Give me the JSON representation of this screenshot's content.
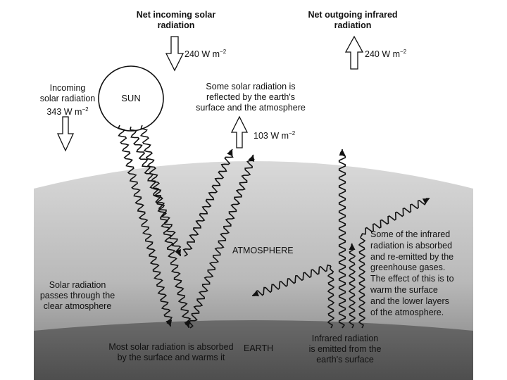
{
  "labels": {
    "net_incoming": [
      "Net incoming solar",
      "radiation"
    ],
    "net_incoming_value": "240 W m",
    "net_outgoing": [
      "Net outgoing infrared",
      "radiation"
    ],
    "net_outgoing_value": "240 W m",
    "incoming": [
      "Incoming",
      "solar radiation",
      "343 W m"
    ],
    "sun": "SUN",
    "reflected": [
      "Some solar radiation is",
      "reflected by the earth's",
      "surface and the atmosphere"
    ],
    "reflected_value": "103 W m",
    "exponent": "−2",
    "atmosphere": "ATMOSPHERE",
    "passes": [
      "Solar radiation",
      "passes through the",
      "clear atmosphere"
    ],
    "absorbed_ir": [
      "Some of the infrared",
      "radiation is absorbed",
      "and re-emitted by the",
      "greenhouse gases.",
      "The effect of this is to",
      "warm the surface",
      "and the lower layers",
      "of the atmosphere."
    ],
    "absorbed_surface": [
      "Most solar radiation is absorbed",
      "by the surface and warms it"
    ],
    "earth": "EARTH",
    "ir_emitted": [
      "Infrared radiation",
      "is emitted from the",
      "earth's surface"
    ]
  },
  "colors": {
    "atmosphere_top": "#d6d6d6",
    "atmosphere_bottom": "#6e6e6e",
    "earth": "#5a5a5a",
    "ink": "#111111"
  },
  "icons": [
    "down-arrow-icon",
    "up-arrow-icon",
    "sun-icon",
    "wavy-ray-icon",
    "arrowhead-icon"
  ]
}
